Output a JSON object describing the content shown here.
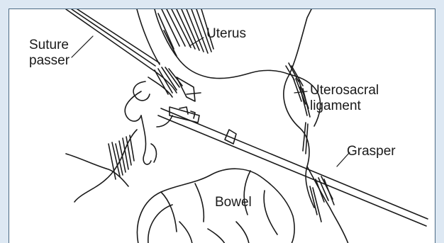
{
  "labels": {
    "suture_passer": [
      "Suture",
      "passer"
    ],
    "uterus": "Uterus",
    "uterosacral_ligament": [
      "Uterosacral",
      "ligament"
    ],
    "grasper": "Grasper",
    "bowel": "Bowel"
  },
  "colors": {
    "outer_background": "#dde8f3",
    "figure_background": "#ffffff",
    "figure_border": "#4b6a84",
    "ink": "#1a1a1a"
  }
}
